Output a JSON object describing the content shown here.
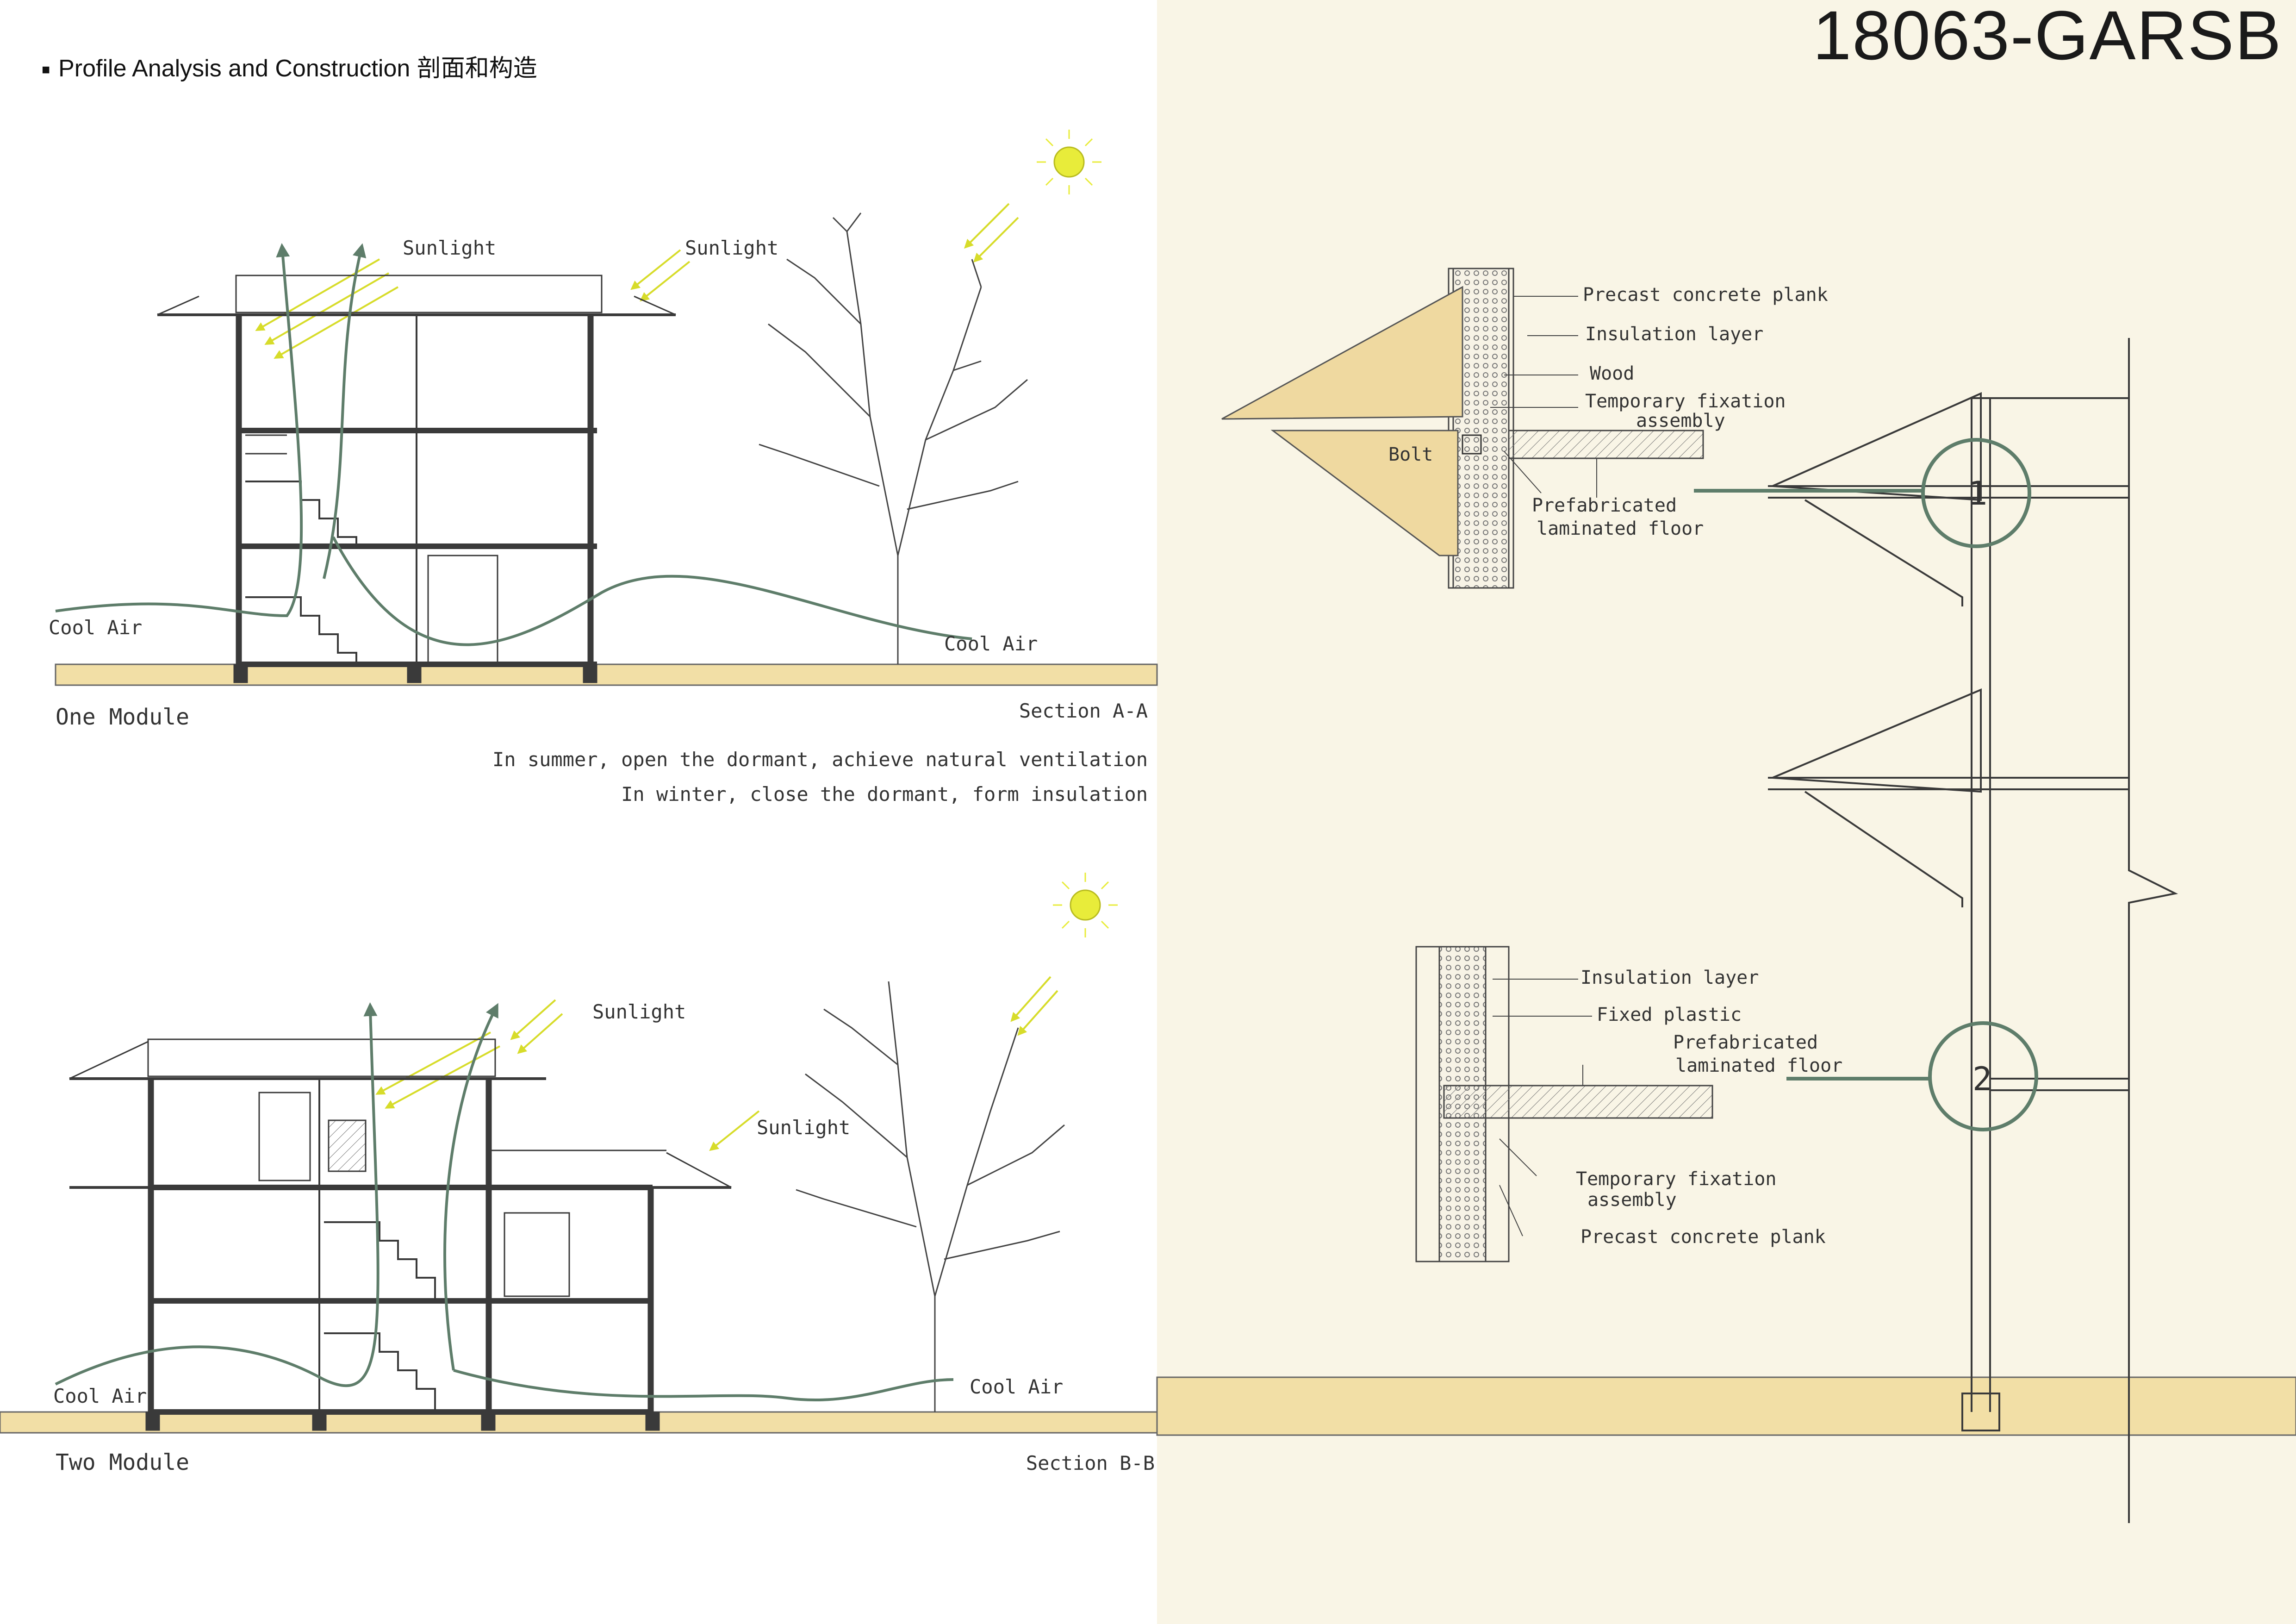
{
  "project_code": "18063-GARSB",
  "header": {
    "title": "Profile Analysis and Construction 剖面和构造"
  },
  "section_a": {
    "name": "One Module",
    "section_label": "Section A-A",
    "sunlight_1": "Sunlight",
    "sunlight_2": "Sunlight",
    "cool_air_left": "Cool Air",
    "cool_air_right": "Cool Air"
  },
  "notes": {
    "summer": "In summer, open the dormant, achieve natural ventilation",
    "winter": "In winter, close the dormant, form insulation"
  },
  "section_b": {
    "name": "Two Module",
    "section_label": "Section B-B",
    "sunlight_1": "Sunlight",
    "sunlight_2": "Sunlight",
    "cool_air_left": "Cool Air",
    "cool_air_right": "Cool Air"
  },
  "detail_1": {
    "precast": "Precast concrete plank",
    "insulation": "Insulation layer",
    "wood": "Wood",
    "temp_fix_1": "Temporary fixation",
    "temp_fix_2": "assembly",
    "bolt": "Bolt",
    "floor_1": "Prefabricated",
    "floor_2": "laminated floor"
  },
  "detail_2": {
    "insulation": "Insulation layer",
    "fixed_plastic": "Fixed plastic",
    "floor_1": "Prefabricated",
    "floor_2": "laminated floor",
    "temp_fix_1": "Temporary fixation",
    "temp_fix_2": "assembly",
    "precast": "Precast concrete plank"
  },
  "markers": {
    "one": "1",
    "two": "2"
  },
  "colors": {
    "ground": "#f2dfa6",
    "airflow": "#5e7d6a",
    "sunlight": "#e8ec3a",
    "structure": "#3a3a3a",
    "wood": "#efd9a0",
    "right_bg": "#f9f5e6"
  }
}
